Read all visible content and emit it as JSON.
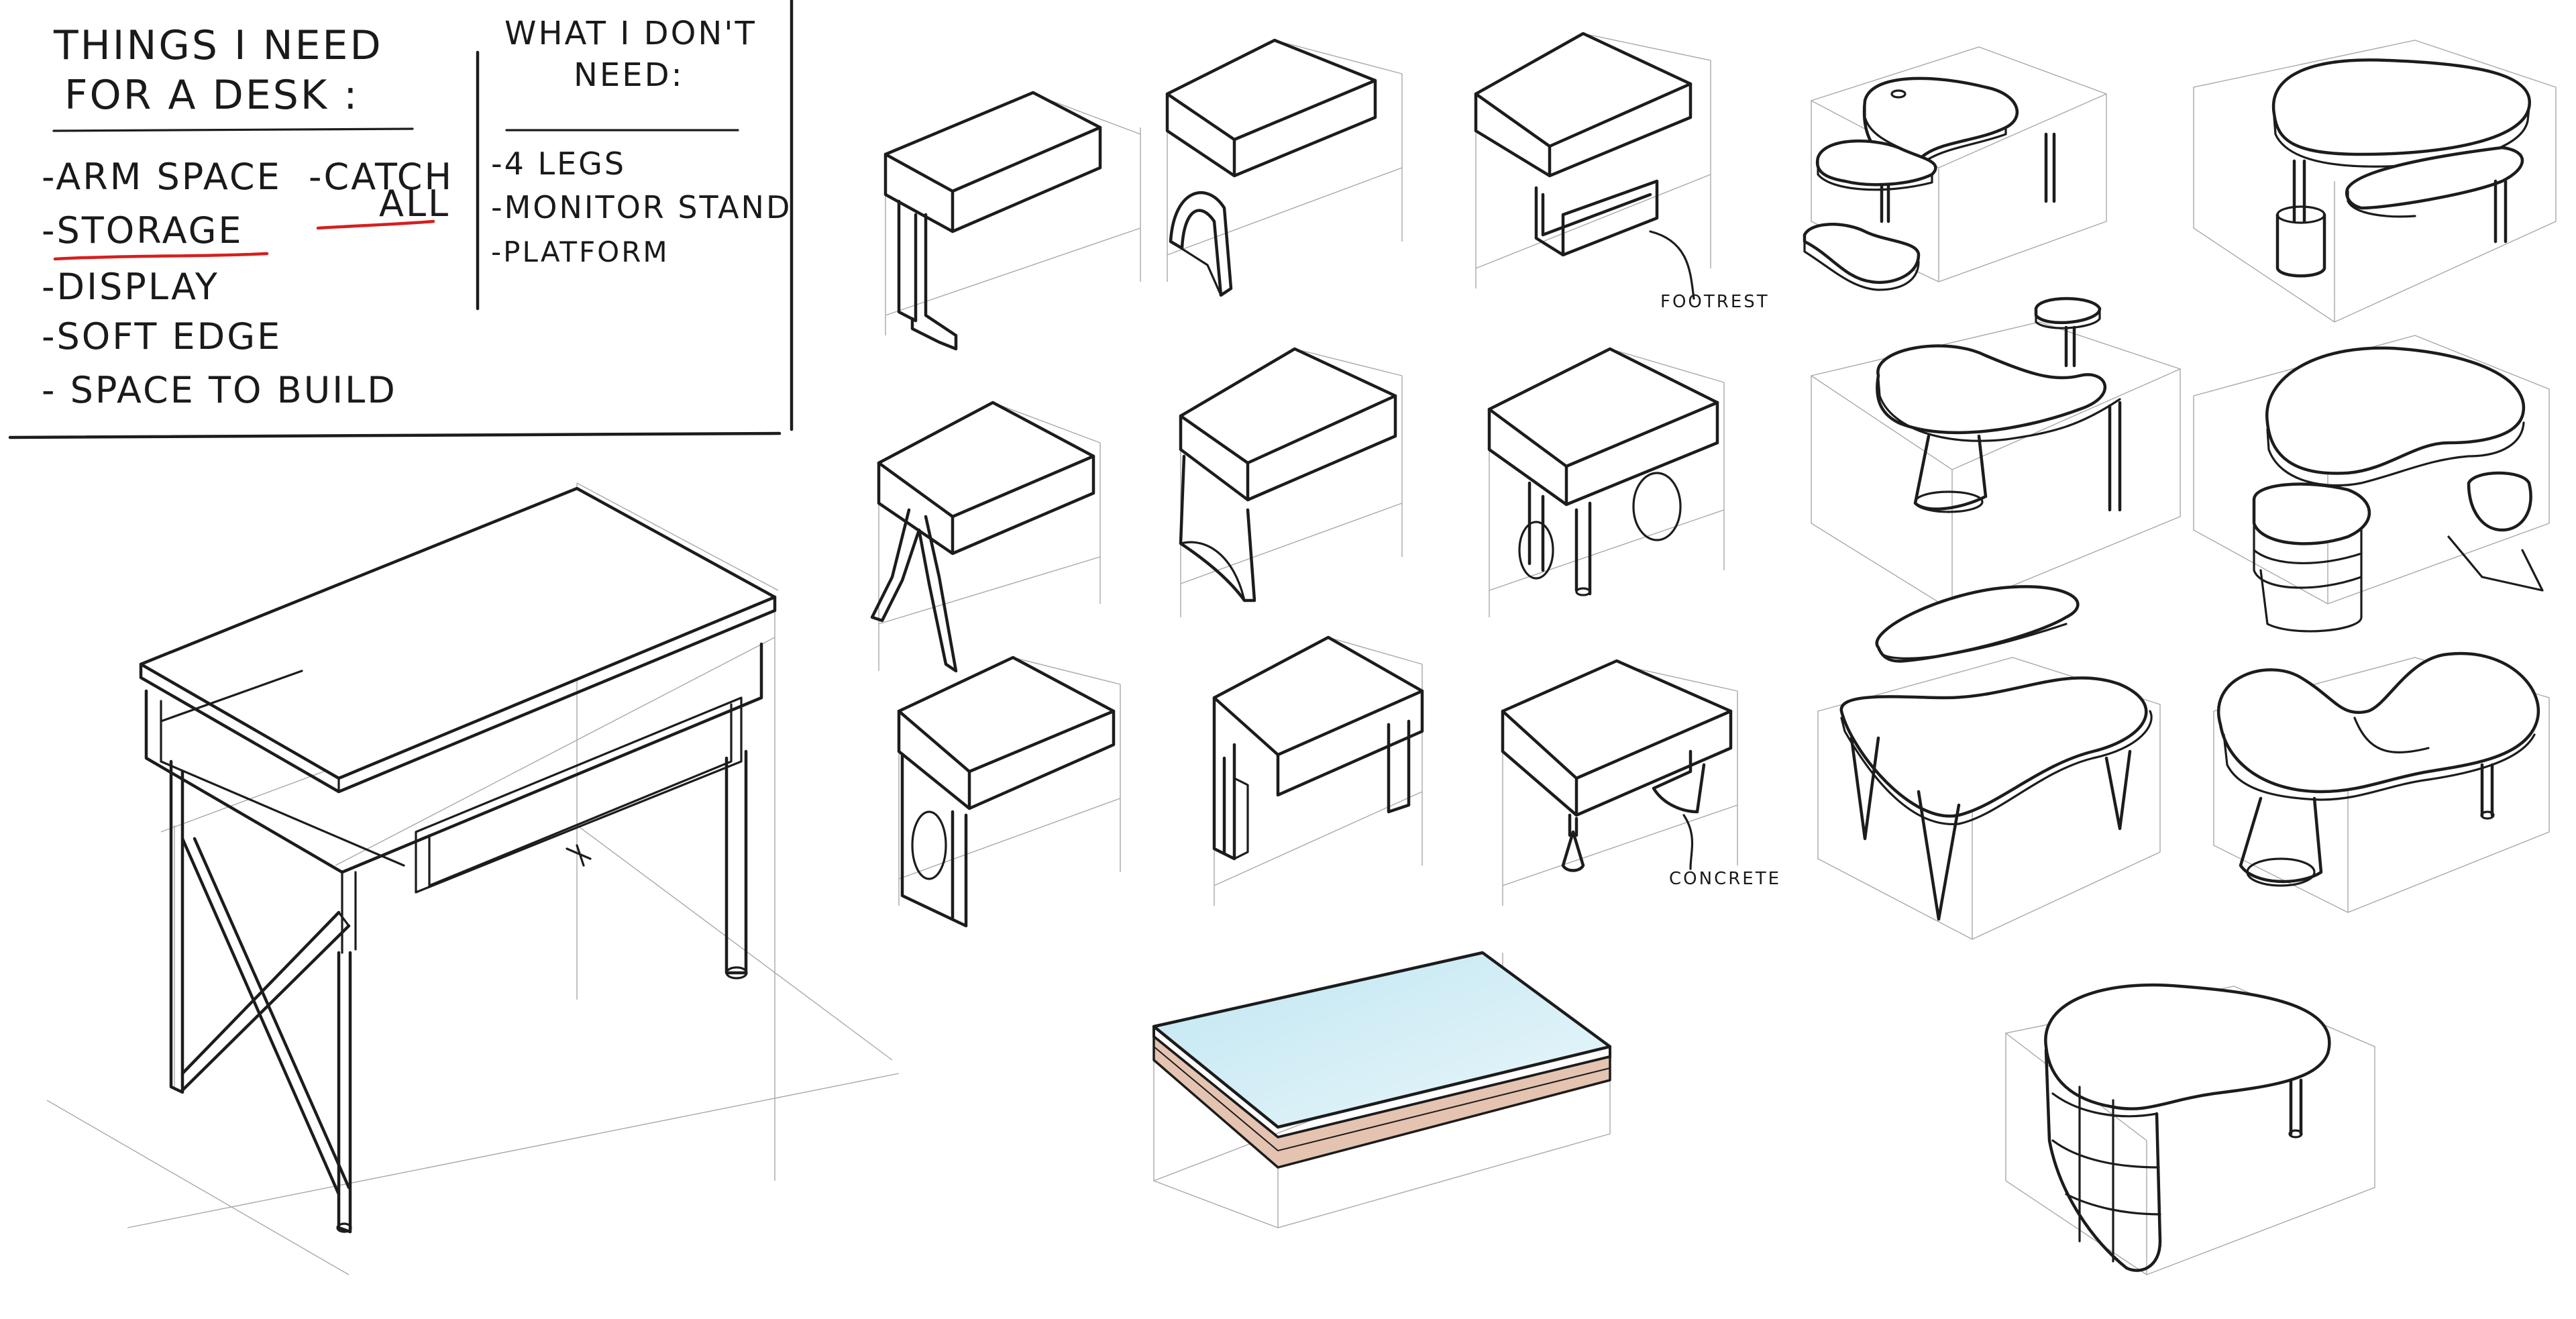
{
  "notes": {
    "need_title_line1": "THINGS I NEED",
    "need_title_line2": "FOR A DESK :",
    "need_items": [
      "-ARM SPACE",
      "-STORAGE",
      "-DISPLAY",
      "-SOFT EDGE",
      "- SPACE TO BUILD"
    ],
    "catch_line1": "-CATCH",
    "catch_line2": "ALL",
    "dont_title_line1": "WHAT I DON'T",
    "dont_title_line2": "NEED:",
    "dont_items": [
      "-4 LEGS",
      "-MONITOR STAND",
      "-PLATFORM"
    ]
  },
  "annotations": {
    "footrest": "FOOTREST",
    "concrete": "CONCRETE"
  },
  "colors": {
    "ink": "#1c1c1c",
    "underline_red": "#d61f1f",
    "glass_blue": "#cfe9f2",
    "wood_tan": "#e4c3b1"
  }
}
